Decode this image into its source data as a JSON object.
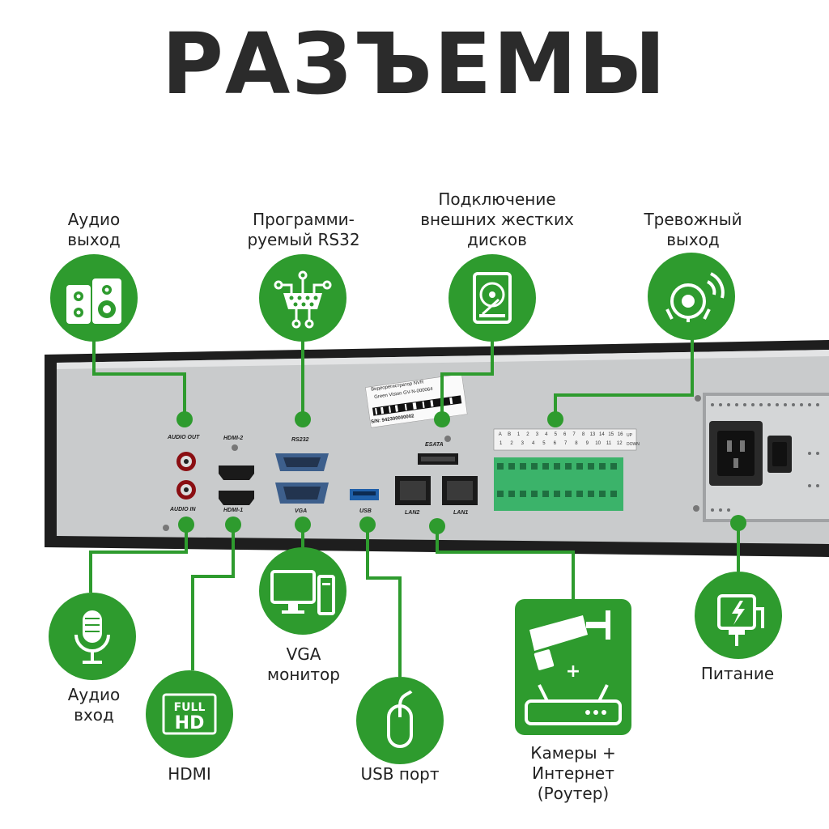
{
  "title": "РАЗЪЕМЫ",
  "accent_color": "#2e9b2e",
  "callouts": [
    {
      "id": "audio-out",
      "label": "Аудио\nвыход",
      "icon": "speakers-icon"
    },
    {
      "id": "rs232",
      "label": "Программи-\nруемый RS32",
      "icon": "serial-port-icon"
    },
    {
      "id": "esata",
      "label": "Подключение\nвнешних жестких\nдисков",
      "icon": "hard-drive-icon"
    },
    {
      "id": "alarm-out",
      "label": "Тревожный\nвыход",
      "icon": "alarm-bell-icon"
    },
    {
      "id": "audio-in",
      "label": "Аудио\nвход",
      "icon": "microphone-icon"
    },
    {
      "id": "hdmi",
      "label": "HDMI",
      "icon": "full-hd-icon"
    },
    {
      "id": "vga",
      "label": "VGA\nмонитор",
      "icon": "monitor-icon"
    },
    {
      "id": "usb",
      "label": "USB порт",
      "icon": "mouse-icon"
    },
    {
      "id": "lan",
      "label": "Камеры +\nИнтернет\n(Роутер)",
      "icon": "camera-router-icon"
    },
    {
      "id": "power",
      "label": "Питание",
      "icon": "power-plug-icon"
    }
  ],
  "panel": {
    "sticker_lines": [
      "Видеорегистратор NVR",
      "Green Vision GV-N-000064"
    ],
    "serial": "S/N: 942300000002",
    "port_labels": {
      "audio_out": "AUDIO OUT",
      "audio_in": "AUDIO IN",
      "hdmi2": "HDMI-2",
      "hdmi1": "HDMI-1",
      "rs232": "RS232",
      "vga": "VGA",
      "usb": "USB",
      "lan2": "LAN2",
      "lan1": "LAN1",
      "esata": "ESATA"
    },
    "terminal_top": [
      "A",
      "B",
      "1",
      "2",
      "3",
      "4",
      "5",
      "6",
      "7",
      "8",
      "13",
      "14",
      "15",
      "16"
    ],
    "terminal_bottom": [
      "1",
      "2",
      "3",
      "4",
      "5",
      "6",
      "7",
      "8",
      "9",
      "10",
      "11",
      "12"
    ],
    "terminal_side": [
      "UP",
      "DOWN"
    ]
  }
}
